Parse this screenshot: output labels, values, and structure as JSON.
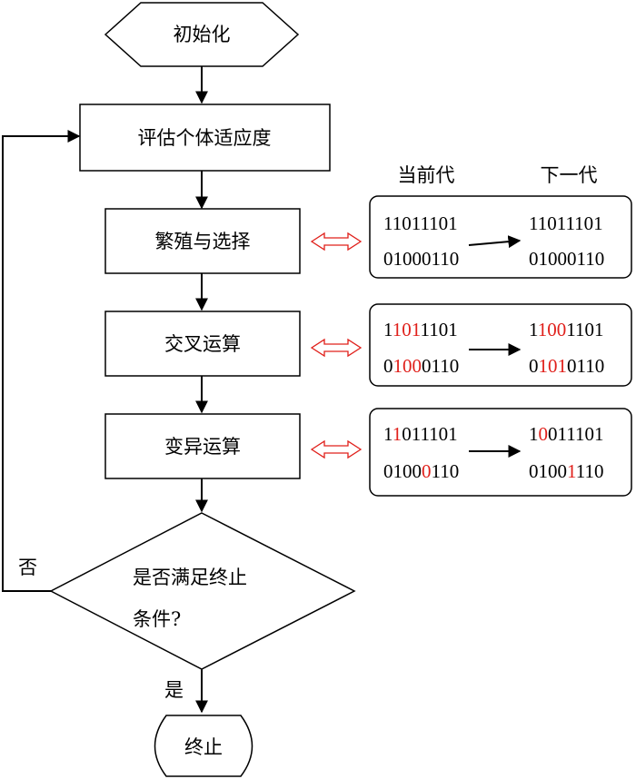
{
  "start": "初始化",
  "evaluate": "评估个体适应度",
  "select": "繁殖与选择",
  "crossover": "交叉运算",
  "mutation": "变异运算",
  "decision": {
    "line1": "是否满足终止",
    "line2": "条件?"
  },
  "no_label": "否",
  "yes_label": "是",
  "end": "终止",
  "headers": {
    "current": "当前代",
    "next": "下一代"
  },
  "examples": {
    "select": {
      "current": [
        [
          {
            "t": "11011101",
            "hl": false
          }
        ],
        [
          {
            "t": "01000110",
            "hl": false
          }
        ]
      ],
      "next": [
        [
          {
            "t": "11011101",
            "hl": false
          }
        ],
        [
          {
            "t": "01000110",
            "hl": false
          }
        ]
      ]
    },
    "crossover": {
      "current": [
        [
          {
            "t": "1",
            "hl": false
          },
          {
            "t": "101",
            "hl": true
          },
          {
            "t": "1101",
            "hl": false
          }
        ],
        [
          {
            "t": "0",
            "hl": false
          },
          {
            "t": "100",
            "hl": true
          },
          {
            "t": "0110",
            "hl": false
          }
        ]
      ],
      "next": [
        [
          {
            "t": "1",
            "hl": false
          },
          {
            "t": "100",
            "hl": true
          },
          {
            "t": "1101",
            "hl": false
          }
        ],
        [
          {
            "t": "0",
            "hl": false
          },
          {
            "t": "101",
            "hl": true
          },
          {
            "t": "0110",
            "hl": false
          }
        ]
      ]
    },
    "mutation": {
      "current": [
        [
          {
            "t": "1",
            "hl": false
          },
          {
            "t": "1",
            "hl": true
          },
          {
            "t": "011101",
            "hl": false
          }
        ],
        [
          {
            "t": "0100",
            "hl": false
          },
          {
            "t": "0",
            "hl": true
          },
          {
            "t": "110",
            "hl": false
          }
        ]
      ],
      "next": [
        [
          {
            "t": "1",
            "hl": false
          },
          {
            "t": "0",
            "hl": true
          },
          {
            "t": "011101",
            "hl": false
          }
        ],
        [
          {
            "t": "0100",
            "hl": false
          },
          {
            "t": "1",
            "hl": true
          },
          {
            "t": "110",
            "hl": false
          }
        ]
      ]
    }
  },
  "colors": {
    "line": "#000000",
    "highlight": "#e0201b",
    "double_arrow": "#e0201b"
  }
}
